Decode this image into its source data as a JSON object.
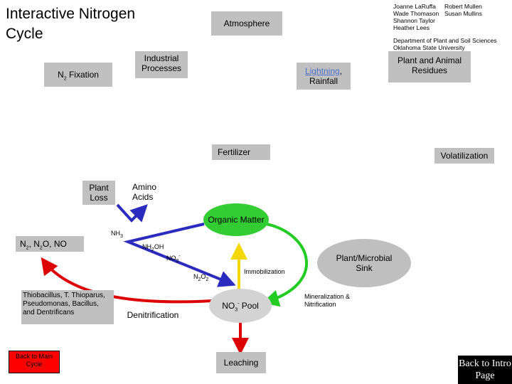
{
  "title": "Interactive Nitrogen Cycle",
  "authors": {
    "col1": [
      "Joanne LaRuffa",
      "Wade Thomason",
      "Shannon Taylor",
      "Heather Lees"
    ],
    "col2": [
      "Robert Mullen",
      "Susan Mullins"
    ],
    "dept": "Department of Plant and Soil Sciences",
    "univ": "Oklahoma State University"
  },
  "nodes": {
    "atmosphere": "Atmosphere",
    "n2_fixation_prefix": "N",
    "n2_fixation_sub": "2",
    "n2_fixation_suffix": " Fixation",
    "industrial": "Industrial Processes",
    "lightning": "Lightning",
    "rainfall": ", Rainfall",
    "plant_animal_residues": "Plant and Animal Residues",
    "fertilizer": "Fertilizer",
    "volatilization": "Volatilization",
    "plant_loss": "Plant Loss",
    "amino_acids": "Amino Acids",
    "organic_matter": "Organic Matter",
    "plant_microbial_sink": "Plant/Microbial Sink",
    "no3_pool_prefix": "NO",
    "no3_pool_sub": "3",
    "no3_pool_sup": "-",
    "no3_pool_suffix": " Pool",
    "leaching": "Leaching",
    "immobilization": "Immobilization",
    "mineralization": "Mineralization & Nitrification",
    "denitrification": "Denitrification",
    "bacteria": "Thiobacillus, T. Thioparus, Pseudomonas, Bacillus, and Dentrificans"
  },
  "species": {
    "gases": {
      "n1": "N",
      "s1": "2",
      "m1": ", N",
      "s2": "2",
      "m2": "O, NO"
    },
    "nh3": {
      "base": "NH",
      "sub": "3"
    },
    "nh2oh": {
      "base": "NH",
      "sub": "2",
      "tail": "OH"
    },
    "no2": {
      "base": "NO",
      "sub": "2",
      "sup": "-"
    },
    "n2o2": {
      "base": "N",
      "sub1": "2",
      "mid": "O",
      "sub2": "2",
      "sup": "-"
    }
  },
  "buttons": {
    "back_main": "Back to Main Cycle",
    "back_intro": "Back to Intro Page"
  },
  "colors": {
    "box_gray": "#c0c0c0",
    "organic_matter_green": "#33cc33",
    "sink_gray": "#bfbfbf",
    "no3_pool_gray": "#d3d3d3",
    "arrow_red": "#dd0000",
    "arrow_blue": "#2b2bbf",
    "arrow_green": "#22cc22",
    "arrow_yellow": "#f5d800",
    "button_red": "#ff0000",
    "button_black": "#000000"
  }
}
